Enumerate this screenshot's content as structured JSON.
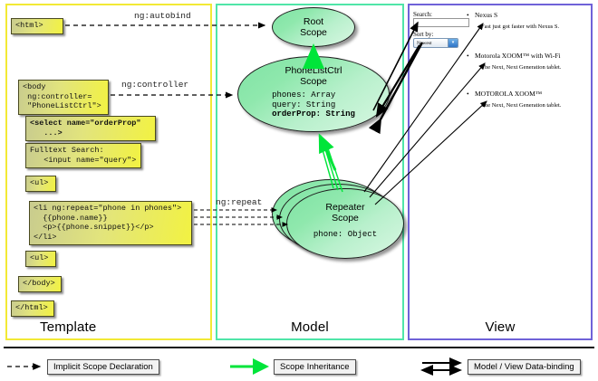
{
  "panels": {
    "template": {
      "title": "Template",
      "border_color": "#f2e935",
      "boxes": [
        {
          "name": "html-open",
          "code": "<html>"
        },
        {
          "name": "body-open",
          "code": "<body\n ng:controller=\n \"PhoneListCtrl\">"
        },
        {
          "name": "select",
          "code": "<select name=\"orderProp\"\n   ...>"
        },
        {
          "name": "search",
          "code": "Fulltext Search:\n   <input name=\"query\">"
        },
        {
          "name": "ul-open",
          "code": "<ul>"
        },
        {
          "name": "li-repeat",
          "code": "<li ng:repeat=\"phone in phones\">\n  {{phone.name}}\n  <p>{{phone.snippet}}</p>\n</li>"
        },
        {
          "name": "ul-close",
          "code": "<ul>"
        },
        {
          "name": "body-close",
          "code": "</body>"
        },
        {
          "name": "html-close",
          "code": "</html>"
        }
      ]
    },
    "model": {
      "title": "Model",
      "border_color": "#4fe5a8",
      "scopes": [
        {
          "name": "root-scope",
          "title_line1": "Root",
          "title_line2": "Scope",
          "props": []
        },
        {
          "name": "phonelistctrl-scope",
          "title_line1": "PhoneListCtrl",
          "title_line2": "Scope",
          "props": [
            {
              "text": "phones: Array",
              "bold": false
            },
            {
              "text": "query: String",
              "bold": false
            },
            {
              "text": "orderProp: String",
              "bold": true
            }
          ]
        },
        {
          "name": "repeater-scope",
          "title_line1": "Repeater",
          "title_line2": "Scope",
          "props": [
            {
              "text": "phone: Object",
              "bold": false
            }
          ]
        }
      ]
    },
    "view": {
      "title": "View",
      "border_color": "#6f62d8",
      "search_label": "Search:",
      "search_value": "",
      "sort_label": "Sort by:",
      "sort_selected": "Newest",
      "sort_options": [
        "Newest"
      ],
      "phones": [
        {
          "name": "Nexus S",
          "snippet": "Fast just got faster with Nexus S."
        },
        {
          "name": "Motorola XOOM™ with Wi-Fi",
          "snippet": "The Next, Next Generation tablet."
        },
        {
          "name": "MOTOROLA XOOM™",
          "snippet": "The Next, Next Generation tablet."
        }
      ]
    }
  },
  "edges": {
    "autobind": "ng:autobind",
    "controller": "ng:controller",
    "repeat": "ng:repeat"
  },
  "legend": {
    "items": [
      {
        "name": "implicit-scope-declaration",
        "label": "Implicit Scope Declaration",
        "style": "dashed-arrow",
        "color": "#000000"
      },
      {
        "name": "scope-inheritance",
        "label": "Scope Inheritance",
        "style": "solid-arrow",
        "color": "#00e53a"
      },
      {
        "name": "model-view-data-binding",
        "label": "Model / View Data-binding",
        "style": "double-arrow",
        "color": "#000000"
      }
    ]
  }
}
